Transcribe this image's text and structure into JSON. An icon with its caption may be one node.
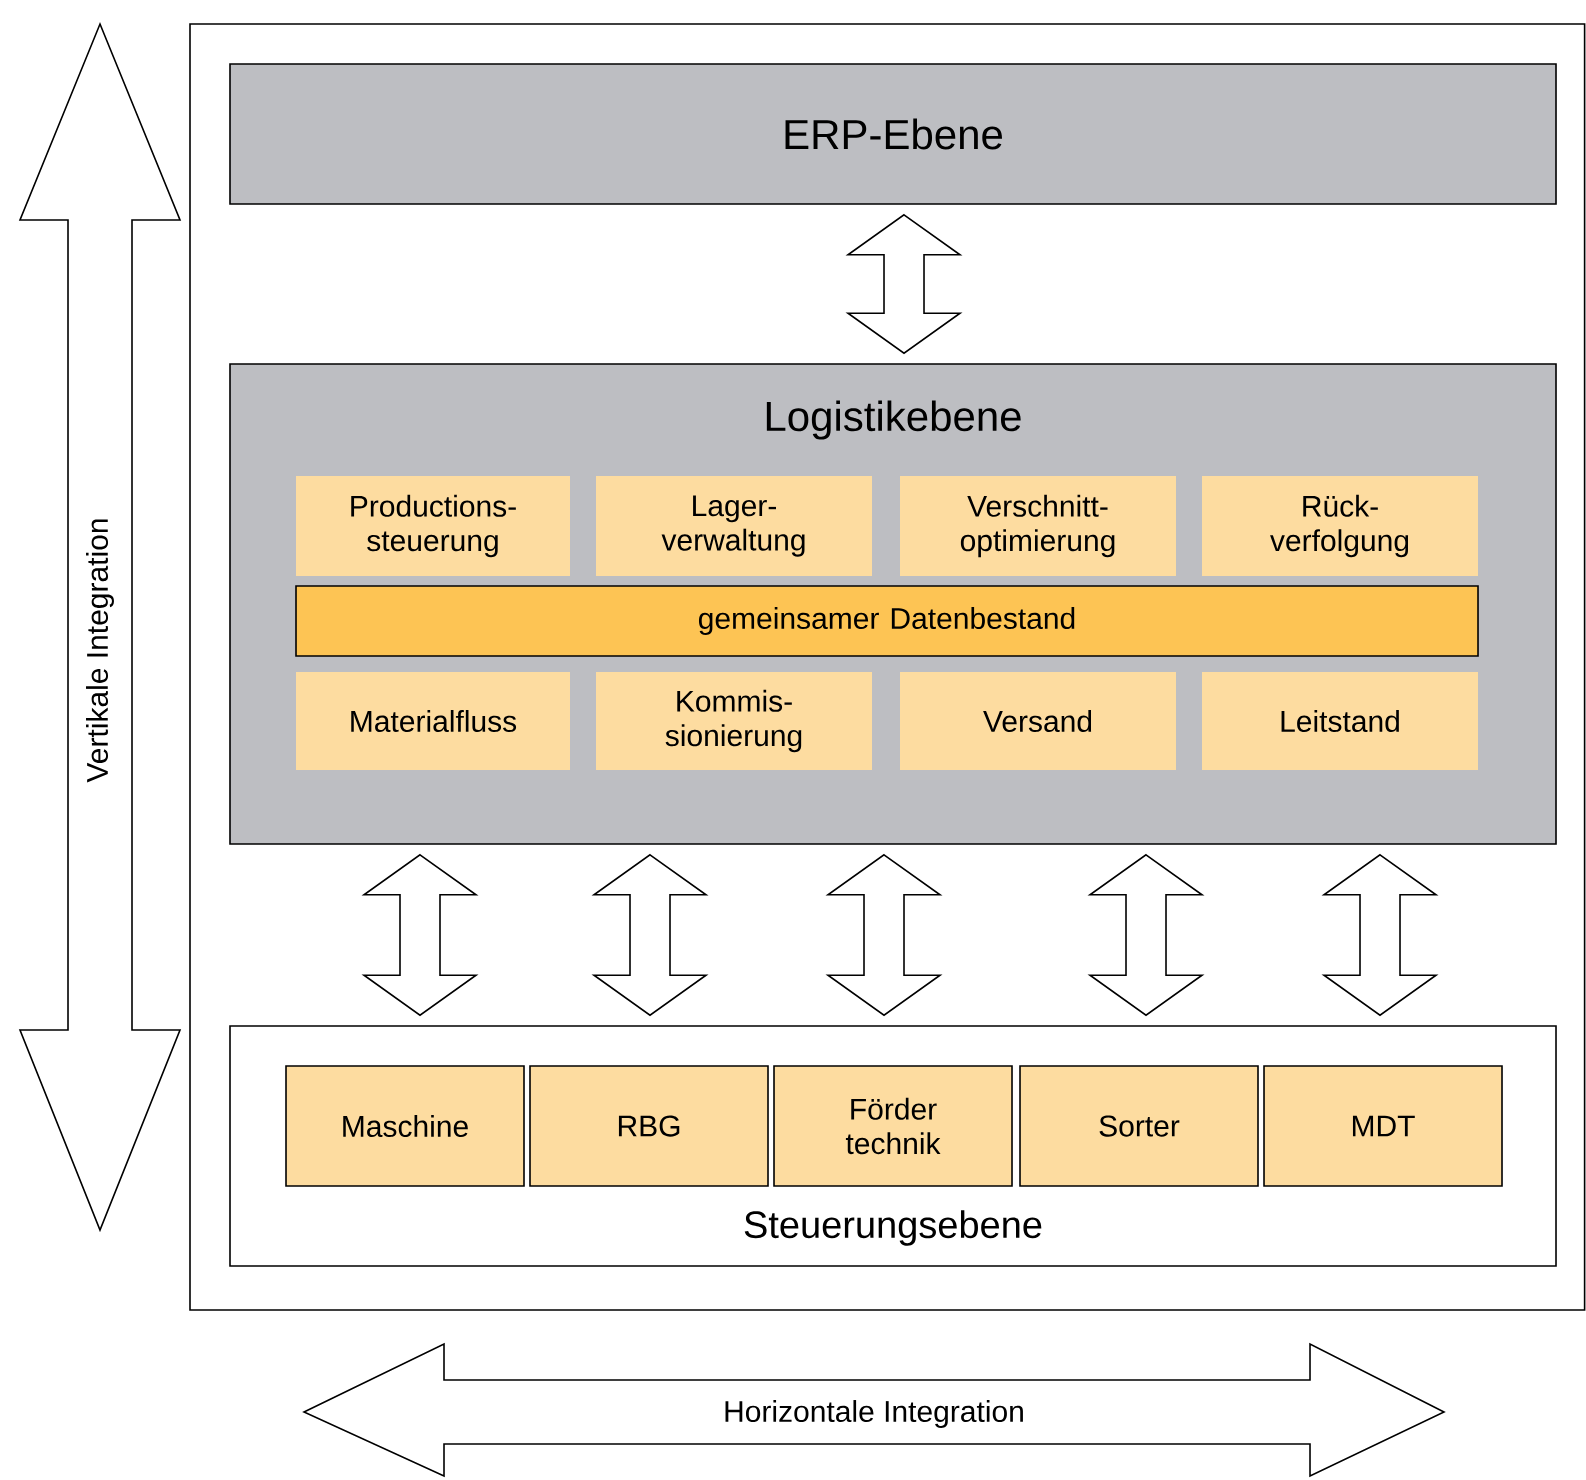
{
  "diagram": {
    "nodes": [
      {
        "text": [],
        "shape": "box"
      },
      {
        "text": [
          "ERP-Ebene"
        ],
        "in": 0
      },
      {
        "text": [
          "Logistikebene"
        ],
        "in": 0
      },
      {
        "text": [
          "Productions- steuerung"
        ],
        "in": 2
      },
      {
        "text": [
          "Lager- verwaltung"
        ],
        "in": 2
      },
      {
        "text": [
          "Verschnitt- optimierung"
        ],
        "in": 2
      },
      {
        "text": [
          "Rück- verfolgung"
        ],
        "in": 2
      },
      {
        "text": [
          "gemeinsamer Datenbestand"
        ],
        "in": 2
      },
      {
        "text": [
          "Materialfluss"
        ],
        "in": 2
      },
      {
        "text": [
          "Kommis- sionierung"
        ],
        "in": 2
      },
      {
        "text": [
          "Versand"
        ],
        "in": 2
      },
      {
        "text": [
          "Leitstand"
        ],
        "in": 2
      },
      {
        "text": [
          "Steuerungsebene"
        ],
        "in": 0
      },
      {
        "text": [
          "Maschine"
        ],
        "in": 12
      },
      {
        "text": [
          "RBG"
        ],
        "in": 12
      },
      {
        "text": [
          "Förder technik"
        ],
        "in": 12
      },
      {
        "text": [
          "Sorter"
        ],
        "in": 12
      },
      {
        "text": [
          "MDT"
        ],
        "in": 12
      }
    ],
    "edges": [
      {
        "from": 1,
        "to": 2,
        "arrow": "both"
      },
      {
        "from": 2,
        "to": 12,
        "arrow": "both"
      },
      {
        "from": 2,
        "to": 12,
        "arrow": "both"
      },
      {
        "from": 2,
        "to": 12,
        "arrow": "both"
      },
      {
        "from": 2,
        "to": 12,
        "arrow": "both"
      },
      {
        "from": 2,
        "to": 12,
        "arrow": "both"
      }
    ],
    "labels": [
      "Vertikale Integration",
      "Horizontale Integration"
    ]
  }
}
